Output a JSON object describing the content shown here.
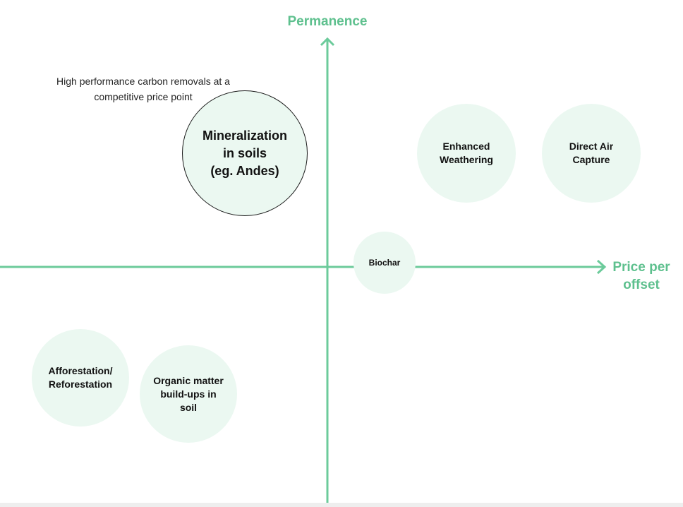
{
  "axes": {
    "y_label": "Permanence",
    "x_label": "Price per offset",
    "color": "#6ccb9b"
  },
  "annotation": "High performance carbon removals at a\ncompetitive price point",
  "colors": {
    "bubble_fill": "#ebf8f1",
    "text": "#111111",
    "featured_border": "#1a1a1a"
  },
  "bubbles": [
    {
      "id": "mineralization",
      "label": "Mineralization\nin soils\n(eg. Andes)",
      "featured": true
    },
    {
      "id": "enhanced-weathering",
      "label": "Enhanced\nWeathering",
      "featured": false
    },
    {
      "id": "direct-air-capture",
      "label": "Direct Air\nCapture",
      "featured": false
    },
    {
      "id": "biochar",
      "label": "Biochar",
      "featured": false
    },
    {
      "id": "afforestation",
      "label": "Afforestation/\nReforestation",
      "featured": false
    },
    {
      "id": "organic-matter",
      "label": "Organic matter\nbuild-ups in\nsoil",
      "featured": false
    }
  ]
}
